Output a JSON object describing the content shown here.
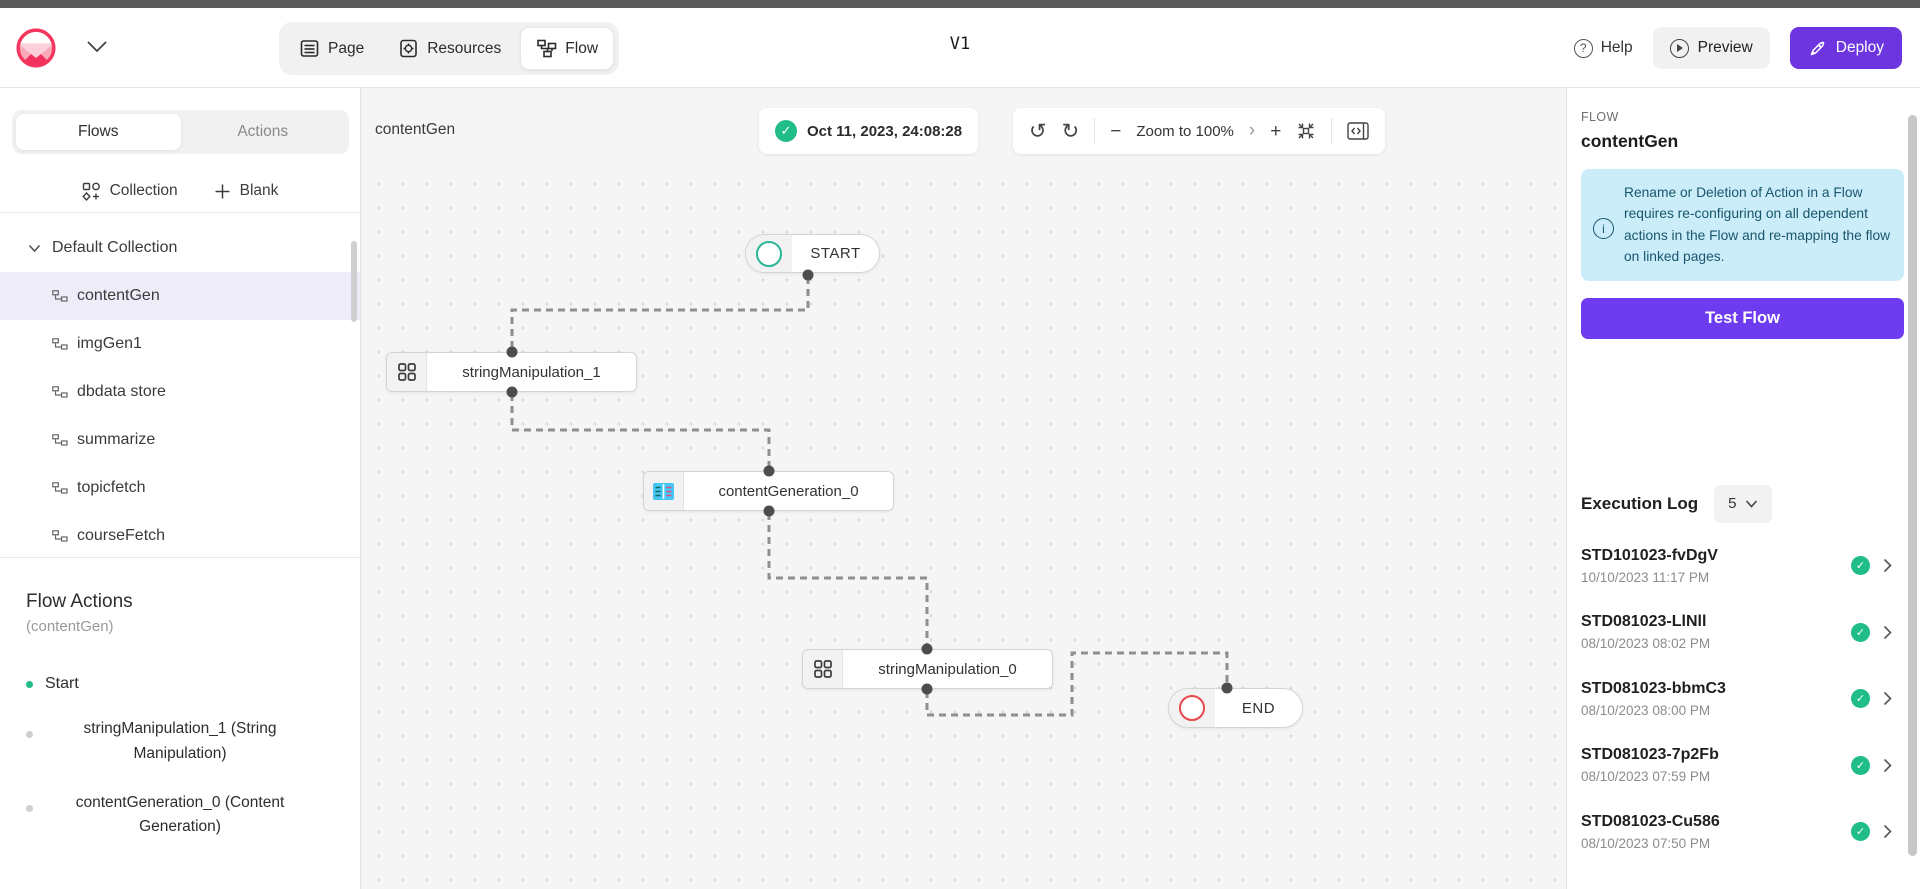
{
  "colors": {
    "accent_purple": "#6D3BF0",
    "deploy_purple": "#6C35E0",
    "success_green": "#21BD87",
    "start_ring_green": "#2BB596",
    "end_ring_red": "#E8464C",
    "info_bg": "#CBEDFA",
    "info_text": "#19566B",
    "selected_item_bg": "#EFECFA"
  },
  "header": {
    "nav_tabs": [
      {
        "label": "Page",
        "icon": "page-icon",
        "active": false
      },
      {
        "label": "Resources",
        "icon": "resources-icon",
        "active": false
      },
      {
        "label": "Flow",
        "icon": "flow-icon",
        "active": true
      }
    ],
    "version": "V1",
    "help_label": "Help",
    "preview_label": "Preview",
    "deploy_label": "Deploy"
  },
  "sidebar": {
    "tabs": [
      {
        "label": "Flows",
        "active": true
      },
      {
        "label": "Actions",
        "active": false
      }
    ],
    "collection_button_label": "Collection",
    "blank_button_label": "Blank",
    "collection": {
      "name": "Default Collection",
      "items": [
        {
          "label": "contentGen",
          "selected": true
        },
        {
          "label": "imgGen1",
          "selected": false
        },
        {
          "label": "dbdata store",
          "selected": false
        },
        {
          "label": "summarize",
          "selected": false
        },
        {
          "label": "topicfetch",
          "selected": false
        },
        {
          "label": "courseFetch",
          "selected": false
        }
      ]
    },
    "flow_actions": {
      "title": "Flow Actions",
      "subtitle": "(contentGen)",
      "items": [
        {
          "label": "Start",
          "bullet": "green"
        },
        {
          "label": "stringManipulation_1 (String Manipulation)",
          "bullet": "gray"
        },
        {
          "label": "contentGeneration_0 (Content Generation)",
          "bullet": "gray"
        }
      ]
    }
  },
  "canvas": {
    "flow_name": "contentGen",
    "last_saved": "Oct 11, 2023, 24:08:28",
    "zoom_label": "Zoom to 100%",
    "nodes": {
      "start": "START",
      "string_manipulation_1": "stringManipulation_1",
      "content_generation_0": "contentGeneration_0",
      "string_manipulation_0": "stringManipulation_0",
      "end": "END"
    }
  },
  "panel": {
    "flow_label": "FLOW",
    "flow_name": "contentGen",
    "info_text": "Rename or Deletion of Action in a Flow requires re-configuring on all dependent actions in the Flow and re-mapping the flow on linked pages.",
    "test_flow_label": "Test Flow",
    "execution_log": {
      "title": "Execution Log",
      "page_size": "5",
      "entries": [
        {
          "id": "STD101023-fvDgV",
          "time": "10/10/2023 11:17 PM",
          "status": "success"
        },
        {
          "id": "STD081023-LlNll",
          "time": "08/10/2023 08:02 PM",
          "status": "success"
        },
        {
          "id": "STD081023-bbmC3",
          "time": "08/10/2023 08:00 PM",
          "status": "success"
        },
        {
          "id": "STD081023-7p2Fb",
          "time": "08/10/2023 07:59 PM",
          "status": "success"
        },
        {
          "id": "STD081023-Cu586",
          "time": "08/10/2023 07:50 PM",
          "status": "success"
        }
      ]
    }
  },
  "glyphs": {
    "undo": "↺",
    "redo": "↻",
    "minus": "−",
    "plus": "+",
    "gear": "⚙",
    "question": "?",
    "info": "i",
    "check": "✓",
    "zoom_chevron": "›"
  }
}
